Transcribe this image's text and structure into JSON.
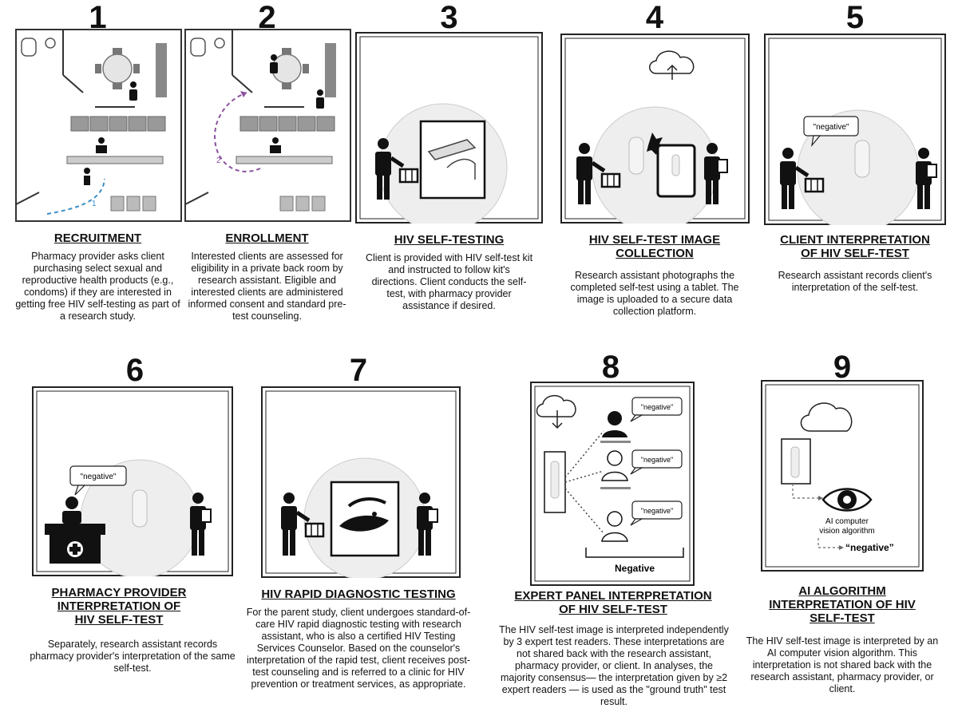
{
  "steps": [
    {
      "number": "1",
      "title": [
        "RECRUITMENT"
      ],
      "description": "Pharmacy provider asks client purchasing select sexual and reproductive health products (e.g., condoms) if they are interested in getting free HIV self-testing as part of a research study.",
      "path_label": "1"
    },
    {
      "number": "2",
      "title": [
        "ENROLLMENT"
      ],
      "description": "Interested clients are assessed for eligibility in a private back room by research assistant. Eligible and interested clients are administered informed consent and standard pre-test counseling.",
      "path_label": "2"
    },
    {
      "number": "3",
      "title": [
        "HIV SELF-TESTING"
      ],
      "description": "Client is provided with HIV self-test kit and instructed to follow kit's directions. Client conducts the self-test, with pharmacy provider assistance if desired."
    },
    {
      "number": "4",
      "title": [
        "HIV SELF-TEST IMAGE",
        "COLLECTION"
      ],
      "description": "Research assistant photographs the completed self-test using a tablet. The image is uploaded to a secure data collection platform."
    },
    {
      "number": "5",
      "title": [
        "CLIENT INTERPRETATION",
        "OF HIV SELF-TEST"
      ],
      "description": "Research assistant records client's interpretation of the self-test.",
      "bubble": "\"negative\""
    },
    {
      "number": "6",
      "title": [
        "PHARMACY PROVIDER",
        "INTERPRETATION OF",
        "HIV SELF-TEST"
      ],
      "description": "Separately, research assistant records pharmacy provider's interpretation of the same self-test.",
      "bubble": "\"negative\""
    },
    {
      "number": "7",
      "title": [
        "HIV RAPID DIAGNOSTIC TESTING"
      ],
      "description": "For the parent study, client undergoes standard-of-care HIV rapid diagnostic testing with research assistant, who is also a certified HIV Testing Services Counselor. Based on the counselor's interpretation of the rapid test, client receives post-test counseling and is referred to a clinic for HIV prevention or treatment services, as appropriate."
    },
    {
      "number": "8",
      "title": [
        "EXPERT PANEL INTERPRETATION",
        "OF HIV SELF-TEST"
      ],
      "description": "The HIV self-test image is interpreted independently by 3 expert test readers. These interpretations are not shared back with the research assistant, pharmacy provider, or client. In analyses, the majority consensus— the interpretation given by ≥2 expert readers — is used as the \"ground truth\" test result.",
      "bubbles": [
        "\"negative\"",
        "\"negative\"",
        "\"negative\""
      ],
      "result": "Negative"
    },
    {
      "number": "9",
      "title": [
        "AI ALGORITHM",
        "INTERPRETATION OF HIV",
        "SELF-TEST"
      ],
      "description": "The HIV self-test image is interpreted by an AI computer vision algorithm. This interpretation is not shared back with the research assistant, pharmacy provider, or client.",
      "algo_label": [
        "AI computer",
        "vision algorithm"
      ],
      "result": "“negative”"
    }
  ]
}
